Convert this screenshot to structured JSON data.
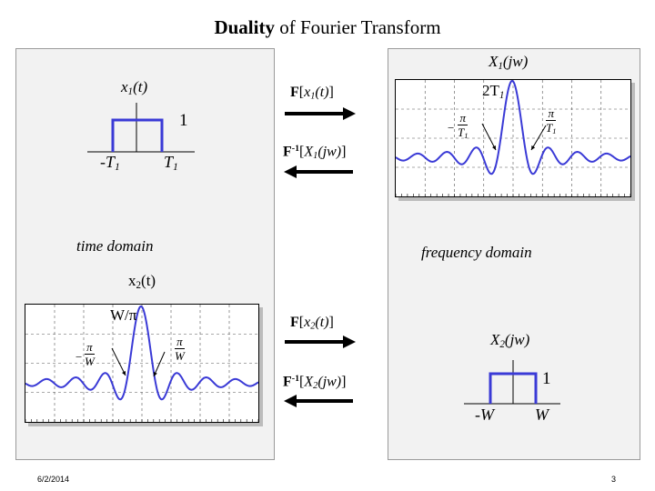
{
  "title": {
    "bold": "Duality",
    "rest": " of Fourier Transform"
  },
  "left": {
    "x1_label": {
      "name": "x",
      "sub": "1",
      "arg": "(t)"
    },
    "rect_height": "1",
    "neg_t": {
      "name": "-T",
      "sub": "1"
    },
    "pos_t": {
      "name": "T",
      "sub": "1"
    },
    "domain_label": "time domain",
    "x2_label": {
      "name": "x",
      "sub": "2",
      "arg": "(t)"
    },
    "peak_label": "W/π",
    "frac_left": {
      "num": "π",
      "den": "W",
      "sign": "−"
    },
    "frac_right": {
      "num": "π",
      "den": "W"
    }
  },
  "right": {
    "X1_label": {
      "name": "X",
      "sub": "1",
      "arg": "(jw)"
    },
    "peak_label": {
      "name": "2T",
      "sub": "1"
    },
    "frac_left": {
      "num": "π",
      "den": "T",
      "den_sub": "1",
      "sign": "−"
    },
    "frac_right": {
      "num": "π",
      "den": "T",
      "den_sub": "1"
    },
    "domain_label": "frequency  domain",
    "X2_label": {
      "name": "X",
      "sub": "2",
      "arg": "(jw)"
    },
    "rect_height": "1",
    "neg_w": "-W",
    "pos_w": "W"
  },
  "ops": {
    "f1": {
      "op": "F",
      "arg": "x",
      "sub": "1",
      "tail": "(t)"
    },
    "finv1": {
      "op": "F",
      "sup": "-1",
      "arg": "X",
      "sub": "1",
      "tail": "(jw)"
    },
    "f2": {
      "op": "F",
      "arg": "x",
      "sub": "2",
      "tail": "(t)"
    },
    "finv2": {
      "op": "F",
      "sup": "-1",
      "arg": "X",
      "sub": "2",
      "tail": "(jw)"
    }
  },
  "footer": {
    "date": "6/2/2014",
    "page": "3"
  },
  "colors": {
    "signal": "#3a3ad6",
    "grid": "#555555",
    "panel": "#f2f2f2"
  }
}
